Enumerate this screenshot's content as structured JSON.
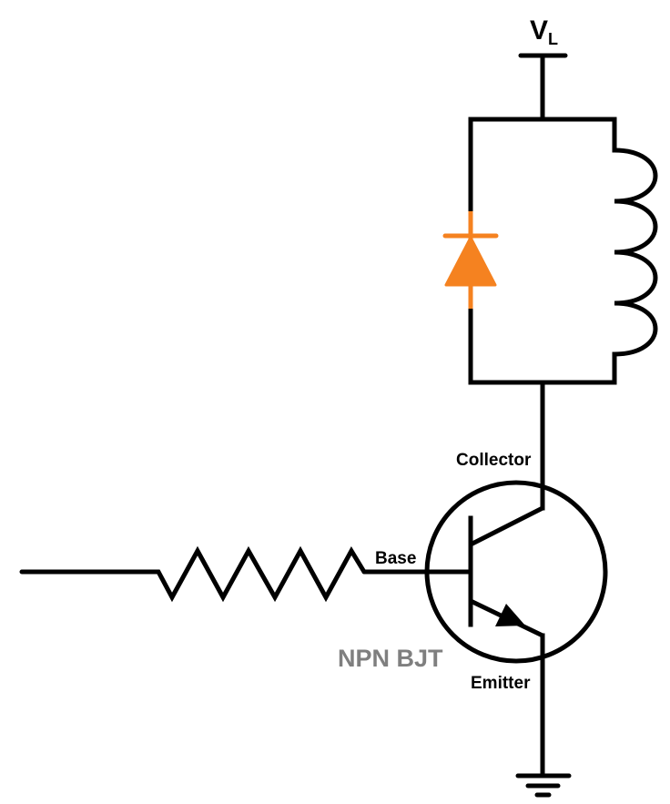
{
  "diagram": {
    "title": "NPN BJT relay/inductor driver with flyback diode",
    "supply_label": {
      "main": "V",
      "sub": "L"
    },
    "terminal_labels": {
      "collector": "Collector",
      "base": "Base",
      "emitter": "Emitter"
    },
    "transistor_label": "NPN BJT",
    "components": [
      {
        "id": "supply",
        "type": "voltage-supply",
        "label": "VL"
      },
      {
        "id": "diode",
        "type": "flyback-diode",
        "color": "#f58220"
      },
      {
        "id": "inductor",
        "type": "inductor-coil",
        "turns": 4
      },
      {
        "id": "transistor",
        "type": "npn-bjt"
      },
      {
        "id": "resistor",
        "type": "base-resistor",
        "zigzags": 4
      },
      {
        "id": "ground",
        "type": "ground"
      }
    ],
    "colors": {
      "wire": "#000000",
      "diode": "#f58220",
      "transistor_label": "#7f7f7f"
    }
  }
}
